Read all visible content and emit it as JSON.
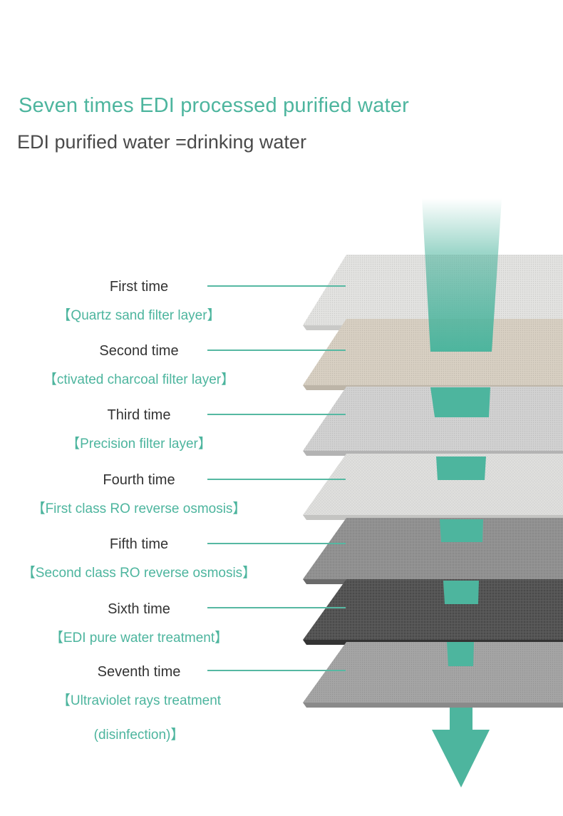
{
  "header": {
    "title": "Seven times EDI processed purified water",
    "subtitle": "EDI purified water =drinking water"
  },
  "stages": [
    {
      "label": "First time",
      "description": "【Quartz sand filter layer】"
    },
    {
      "label": "Second time",
      "description": "【ctivated charcoal filter layer】"
    },
    {
      "label": "Third time",
      "description": "【Precision filter layer】"
    },
    {
      "label": "Fourth time",
      "description": "【First class RO reverse osmosis】"
    },
    {
      "label": "Fifth time",
      "description": "【Second class RO reverse osmosis】"
    },
    {
      "label": "Sixth time",
      "description": "【EDI pure water treatment】"
    },
    {
      "label": "Seventh time",
      "description": "【Ultraviolet rays treatment",
      "description_line2": "(disinfection)】"
    }
  ],
  "colors": {
    "accent": "#4db59e",
    "title_text": "#4db59e",
    "subtitle_text": "#4a4a4a",
    "label_text": "#333333"
  }
}
